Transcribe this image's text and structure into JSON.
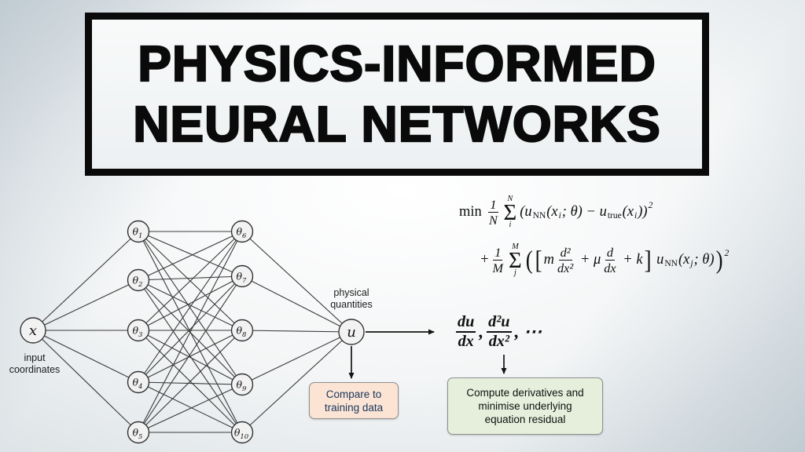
{
  "title": {
    "line1": "PHYSICS-INFORMED",
    "line2": "NEURAL NETWORKS"
  },
  "network": {
    "input_label": "x",
    "output_label": "u",
    "hidden_layer1": [
      "θ1",
      "θ2",
      "θ3",
      "θ4",
      "θ5"
    ],
    "hidden_layer2": [
      "θ6",
      "θ7",
      "θ8",
      "θ9",
      "θ10"
    ],
    "input_caption": "input\ncoordinates",
    "output_caption": "physical\nquantities"
  },
  "formulas": {
    "data_loss": [
      {
        "t": "rm",
        "v": "min "
      },
      {
        "t": "frac",
        "num": "1",
        "den": "N"
      },
      {
        "t": "sum",
        "top": "N",
        "bot": "i"
      },
      {
        "t": "text",
        "v": "(u"
      },
      {
        "t": "rsub",
        "v": "NN"
      },
      {
        "t": "text",
        "v": "(x"
      },
      {
        "t": "sub",
        "v": "i"
      },
      {
        "t": "text",
        "v": "; θ) − u"
      },
      {
        "t": "rsub",
        "v": "true"
      },
      {
        "t": "text",
        "v": "(x"
      },
      {
        "t": "sub",
        "v": "i"
      },
      {
        "t": "text",
        "v": "))"
      },
      {
        "t": "sup",
        "v": "2"
      }
    ],
    "physics_loss": [
      {
        "t": "text",
        "v": "+"
      },
      {
        "t": "frac",
        "num": "1",
        "den": "M"
      },
      {
        "t": "sum",
        "top": "M",
        "bot": "j"
      },
      {
        "t": "big",
        "v": "("
      },
      {
        "t": "big",
        "v": "["
      },
      {
        "t": "text",
        "v": "m"
      },
      {
        "t": "frac",
        "num": "d²",
        "den": "dx²"
      },
      {
        "t": "text",
        "v": " + μ"
      },
      {
        "t": "frac",
        "num": "d",
        "den": "dx"
      },
      {
        "t": "text",
        "v": " + k"
      },
      {
        "t": "big",
        "v": "]"
      },
      {
        "t": "text",
        "v": " u"
      },
      {
        "t": "rsub",
        "v": "NN"
      },
      {
        "t": "text",
        "v": "(x"
      },
      {
        "t": "sub",
        "v": "j"
      },
      {
        "t": "text",
        "v": "; θ)"
      },
      {
        "t": "big",
        "v": ")"
      },
      {
        "t": "sup",
        "v": "2"
      }
    ],
    "derivatives": [
      {
        "t": "frac",
        "num": "du",
        "den": "dx"
      },
      {
        "t": "text",
        "v": ","
      },
      {
        "t": "frac",
        "num": "d²u",
        "den": "dx²"
      },
      {
        "t": "text",
        "v": ", ⋯"
      }
    ]
  },
  "boxes": {
    "compare": "Compare to\ntraining data",
    "residual": "Compute derivatives and\nminimise underlying\nequation residual"
  },
  "colors": {
    "compare_box_bg": "#fce4d4",
    "residual_box_bg": "#e5efdc",
    "ink": "#101010",
    "border_gray": "#8f8f8f"
  }
}
